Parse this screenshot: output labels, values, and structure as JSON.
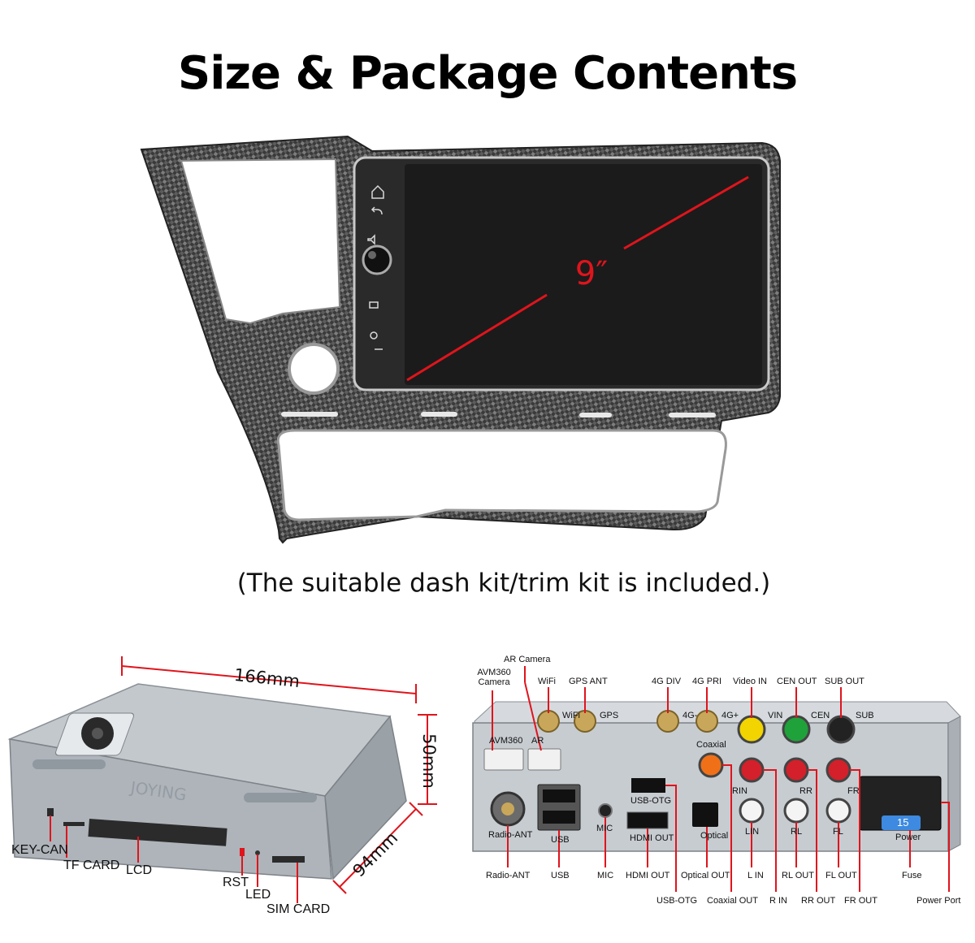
{
  "heading": "Size & Package Contents",
  "screen_size": "9″",
  "caption": "(The suitable dash kit/trim kit is included.)",
  "unit": {
    "brand": "JOYING",
    "dim_length": "166mm",
    "dim_height": "50mm",
    "dim_depth": "94mm",
    "labels": {
      "key_can": "KEY-CAN",
      "tf_card": "TF CARD",
      "lcd": "LCD",
      "rst": "RST",
      "led": "LED",
      "sim_card": "SIM CARD"
    }
  },
  "rear": {
    "top_labels": {
      "avm360_camera": "AVM360 Camera",
      "ar_camera": "AR Camera",
      "wifi": "WiFi",
      "gps_ant": "GPS ANT",
      "g4_div": "4G DIV",
      "g4_pri": "4G PRI",
      "video_in": "Video IN",
      "cen_out": "CEN OUT",
      "sub_out": "SUB OUT"
    },
    "bottom_labels": {
      "radio_ant": "Radio-ANT",
      "usb": "USB",
      "mic": "MIC",
      "hdmi_out": "HDMI OUT",
      "optical_out": "Optical OUT",
      "l_in": "L IN",
      "rl_out": "RL OUT",
      "fl_out": "FL OUT",
      "fuse": "Fuse",
      "usb_otg": "USB-OTG",
      "coaxial_out": "Coaxial OUT",
      "r_in": "R IN",
      "rr_out": "RR OUT",
      "fr_out": "FR OUT",
      "power_port": "Power Port"
    },
    "panel_marks": {
      "avm360": "AVM360",
      "ar": "AR",
      "wifi": "WiFi",
      "gps": "GPS",
      "g4a": "4G-",
      "g4b": "4G+",
      "vin": "VIN",
      "cen": "CEN",
      "sub": "SUB",
      "coaxial": "Coaxial",
      "rin": "RIN",
      "rr": "RR",
      "fr": "FR",
      "usb_otg": "USB-OTG",
      "hdmi": "HDMI OUT",
      "optical": "Optical",
      "lin": "LIN",
      "rl": "RL",
      "fl": "FL",
      "radio_ant": "Radio-ANT",
      "usb": "USB",
      "mic": "MIC",
      "power": "Power",
      "fuse_value": "15"
    }
  },
  "colors": {
    "accent_red": "#e0141c",
    "screen": "#1b1b1b",
    "chassis": "#b9bec4",
    "bezel_dark": "#2b2b2b"
  }
}
